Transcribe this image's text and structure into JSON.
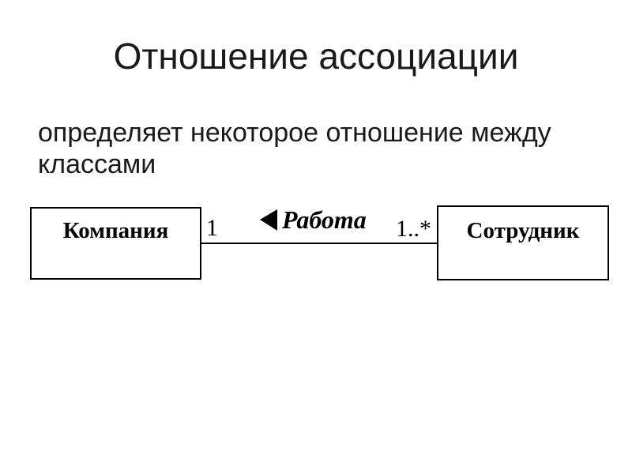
{
  "slide": {
    "title": "Отношение ассоциации",
    "body": {
      "lines": [
        "определяет некоторое отношение между",
        "классами"
      ]
    }
  },
  "diagram": {
    "type": "uml-class-association",
    "left_class": {
      "name": "Компания"
    },
    "right_class": {
      "name": "Сотрудник"
    },
    "association": {
      "label": "Работа",
      "direction_icon": "left-filled-triangle",
      "left_multiplicity": "1",
      "right_multiplicity": "1..*"
    }
  },
  "colors": {
    "background": "#ffffff",
    "text": "#1a1a1a",
    "diagram_stroke": "#000000"
  }
}
